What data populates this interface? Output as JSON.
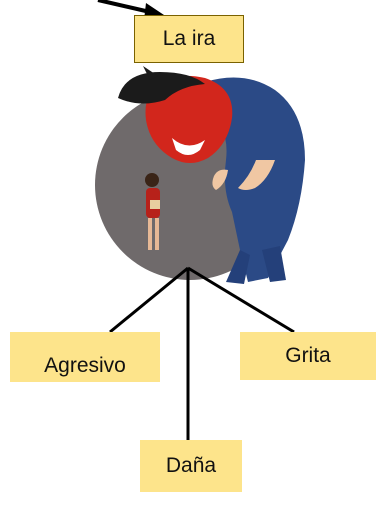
{
  "title_box": {
    "label": "La ira"
  },
  "branches": [
    {
      "label": "Agresivo"
    },
    {
      "label": "Grita"
    },
    {
      "label": "Daña"
    }
  ],
  "colors": {
    "box_fill": "#fde48b",
    "box_border": "#7a6200",
    "line": "#000000"
  },
  "illustration": {
    "icon": "angry-monster-over-child-illustration"
  }
}
